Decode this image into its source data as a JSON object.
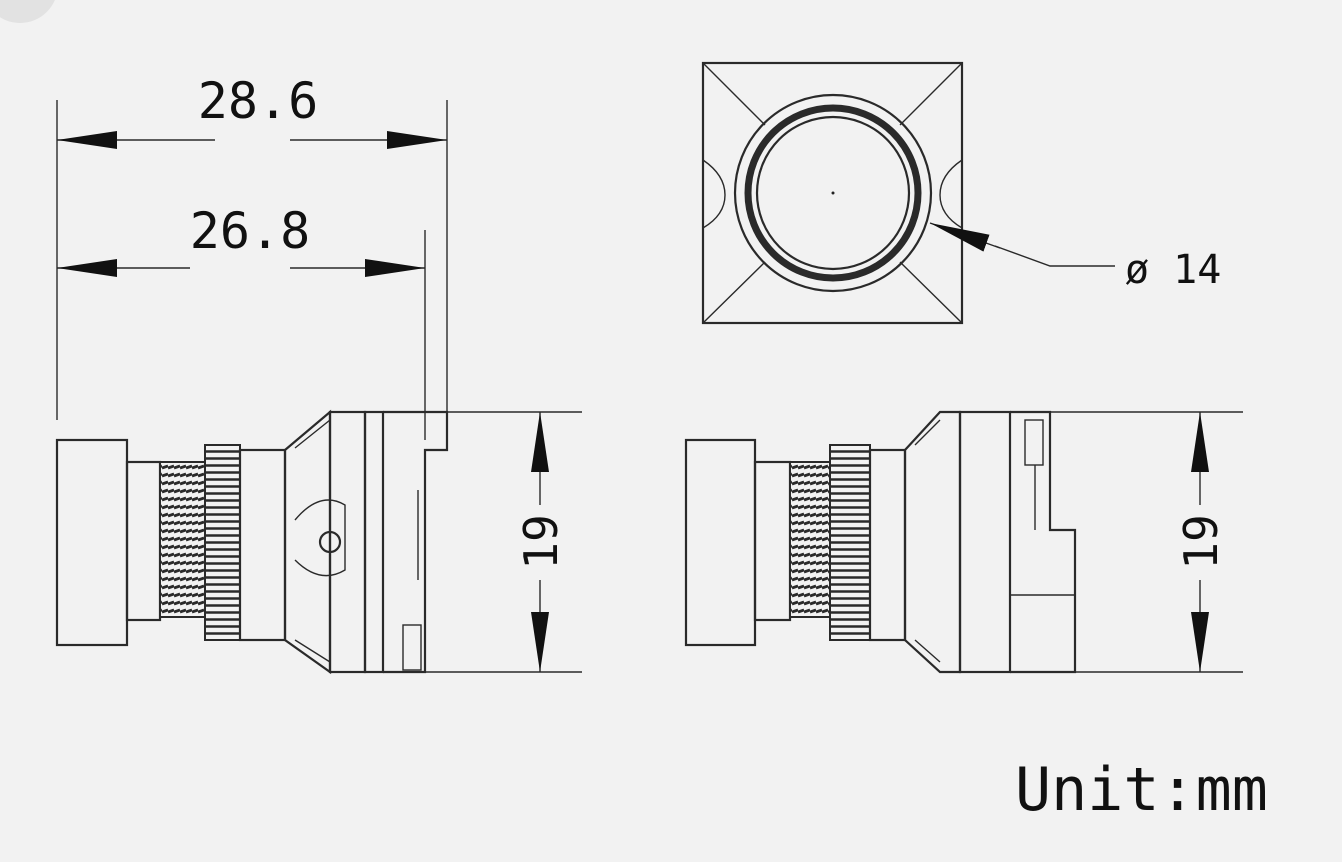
{
  "dimensions": {
    "overall_length": "28.6",
    "body_length": "26.8",
    "lens_diameter": "ø 14",
    "height_left": "19",
    "height_right": "19"
  },
  "unit_label": "Unit:mm",
  "colors": {
    "line": "#2a2a2a",
    "background": "#f2f2f2"
  }
}
